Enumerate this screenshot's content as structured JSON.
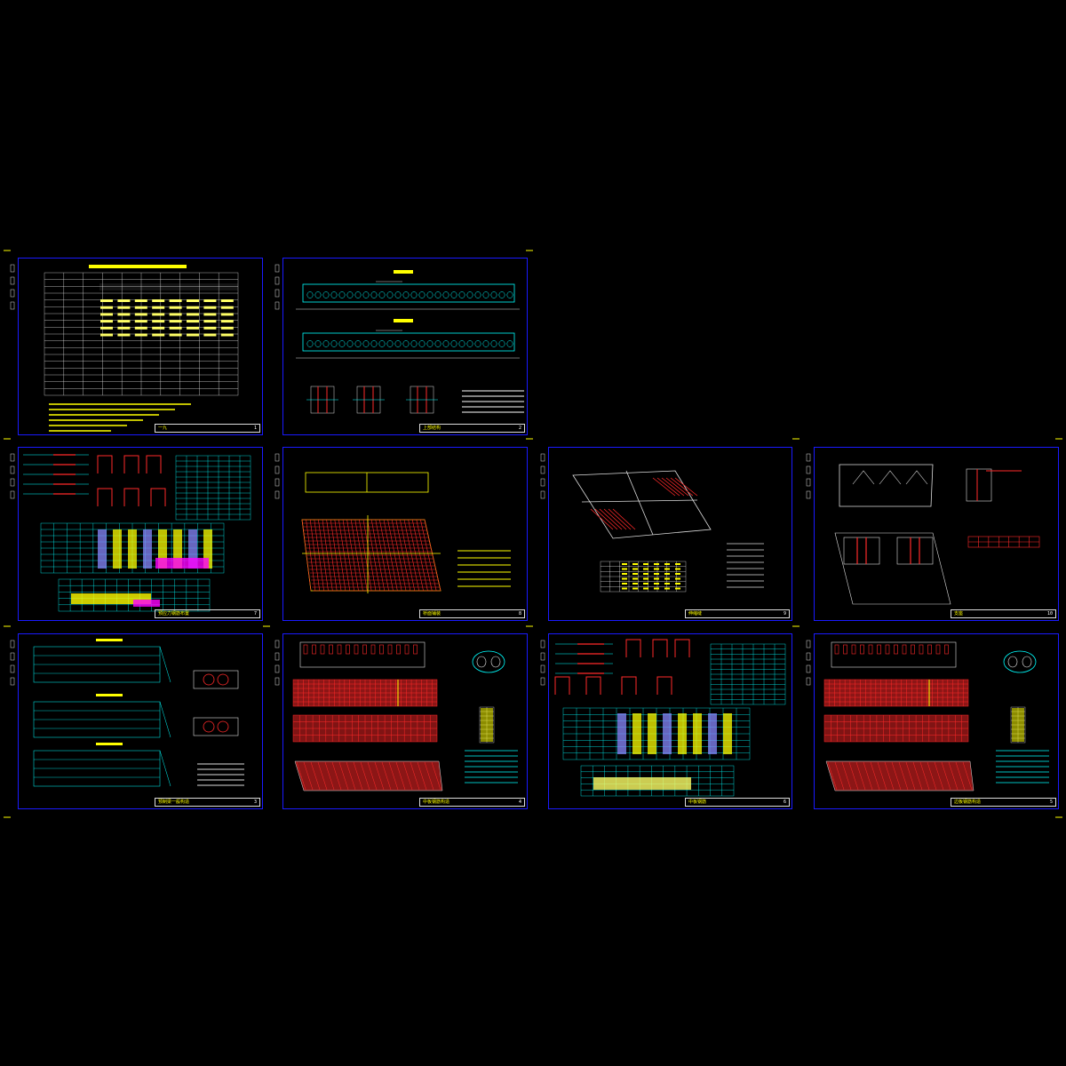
{
  "sheets": [
    {
      "id": "sheet-1",
      "number": "1",
      "title_text": "一九"
    },
    {
      "id": "sheet-2",
      "number": "2",
      "title_text": "上部结构"
    },
    {
      "id": "sheet-7",
      "number": "7",
      "title_text": "预应力钢筋布置"
    },
    {
      "id": "sheet-8",
      "number": "8",
      "title_text": "桥面铺装"
    },
    {
      "id": "sheet-9",
      "number": "9",
      "title_text": "伸缩缝"
    },
    {
      "id": "sheet-10",
      "number": "10",
      "title_text": "支座"
    },
    {
      "id": "sheet-3",
      "number": "3",
      "title_text": "预制梁一般构造"
    },
    {
      "id": "sheet-4",
      "number": "4",
      "title_text": "中板钢筋构造"
    },
    {
      "id": "sheet-6",
      "number": "6",
      "title_text": "中板钢筋"
    },
    {
      "id": "sheet-5",
      "number": "5",
      "title_text": "边板钢筋构造"
    }
  ],
  "colors": {
    "background": "#000000",
    "frame": "#1a1aff",
    "title_text": "#ffff00",
    "linework": "#ffffff",
    "rebar": "#ff2a2a",
    "dimension": "#00ffff",
    "highlight": "#ff00ff",
    "fill_yellow": "#ffff66"
  }
}
